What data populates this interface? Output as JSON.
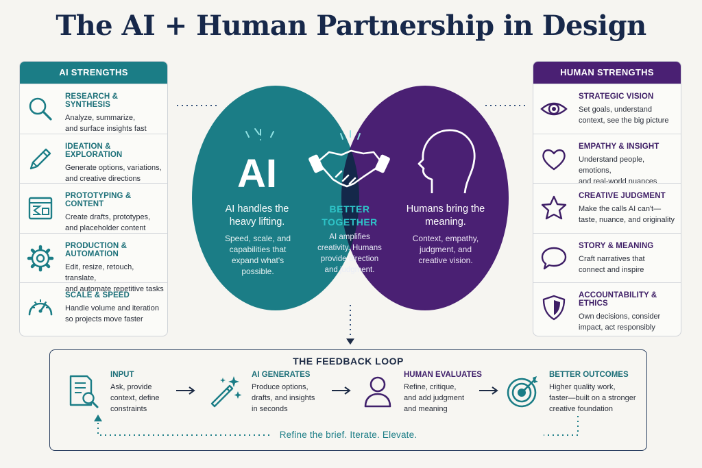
{
  "title": "The AI + Human Partnership in Design",
  "ai_panel": {
    "heading": "AI STRENGTHS",
    "items": [
      {
        "title": "RESEARCH & SYNTHESIS",
        "desc": "Analyze, summarize,\nand surface insights fast",
        "icon": "search-icon"
      },
      {
        "title": "IDEATION & EXPLORATION",
        "desc": "Generate options, variations,\nand creative directions",
        "icon": "pencil-icon"
      },
      {
        "title": "PROTOTYPING & CONTENT",
        "desc": "Create drafts, prototypes,\nand placeholder content",
        "icon": "prototype-window-icon"
      },
      {
        "title": "PRODUCTION & AUTOMATION",
        "desc": "Edit, resize, retouch, translate,\nand automate repetitive tasks",
        "icon": "gear-icon"
      },
      {
        "title": "SCALE & SPEED",
        "desc": "Handle volume and iteration\nso projects move faster",
        "icon": "speedometer-icon"
      }
    ]
  },
  "human_panel": {
    "heading": "HUMAN STRENGTHS",
    "items": [
      {
        "title": "STRATEGIC VISION",
        "desc": "Set goals, understand\ncontext, see the big picture",
        "icon": "eye-icon"
      },
      {
        "title": "EMPATHY & INSIGHT",
        "desc": "Understand people, emotions,\nand real-world nuances",
        "icon": "heart-icon"
      },
      {
        "title": "CREATIVE JUDGMENT",
        "desc": "Make the calls AI can't—\ntaste, nuance, and originality",
        "icon": "star-icon"
      },
      {
        "title": "STORY & MEANING",
        "desc": "Craft narratives that\nconnect and inspire",
        "icon": "speech-bubble-icon"
      },
      {
        "title": "ACCOUNTABILITY & ETHICS",
        "desc": "Own decisions, consider\nimpact, act responsibly",
        "icon": "shield-icon"
      }
    ]
  },
  "venn": {
    "ai_label": "AI",
    "ai_heading": "AI handles the heavy lifting.",
    "ai_desc": "Speed, scale, and capabilities that expand what's possible.",
    "center_heading": "BETTER TOGETHER",
    "center_desc": "AI amplifies creativity. Humans provide direction and judgment.",
    "human_heading": "Humans bring the meaning.",
    "human_desc": "Context, empathy, judgment, and creative vision.",
    "colors": {
      "ai": "#1b7d86",
      "human": "#4a2073",
      "overlap": "#14284a"
    }
  },
  "feedback_loop": {
    "title": "THE FEEDBACK LOOP",
    "steps": [
      {
        "title": "INPUT",
        "desc": "Ask, provide\ncontext, define\nconstraints",
        "icon": "document-search-icon"
      },
      {
        "title": "AI GENERATES",
        "desc": "Produce options,\ndrafts, and insights\nin seconds",
        "icon": "magic-wand-icon"
      },
      {
        "title": "HUMAN EVALUATES",
        "desc": "Refine, critique,\nand add judgment\nand meaning",
        "icon": "person-icon"
      },
      {
        "title": "BETTER OUTCOMES",
        "desc": "Higher quality work,\nfaster—built on a stronger\ncreative foundation",
        "icon": "target-icon"
      }
    ],
    "footer": "Refine the brief. Iterate. Elevate."
  }
}
